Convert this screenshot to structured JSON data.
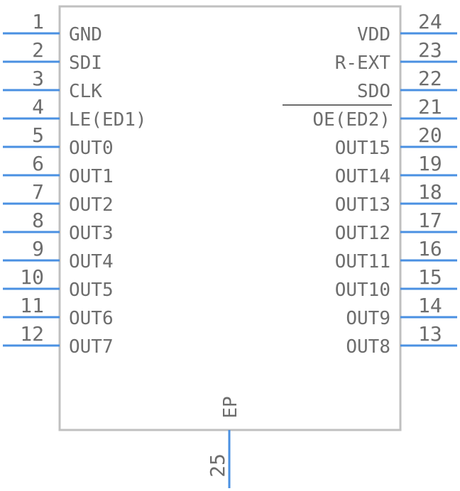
{
  "component": {
    "left_pins": [
      {
        "number": "1",
        "name": "GND"
      },
      {
        "number": "2",
        "name": "SDI"
      },
      {
        "number": "3",
        "name": "CLK"
      },
      {
        "number": "4",
        "name": "LE(ED1)"
      },
      {
        "number": "5",
        "name": "OUT0"
      },
      {
        "number": "6",
        "name": "OUT1"
      },
      {
        "number": "7",
        "name": "OUT2"
      },
      {
        "number": "8",
        "name": "OUT3"
      },
      {
        "number": "9",
        "name": "OUT4"
      },
      {
        "number": "10",
        "name": "OUT5"
      },
      {
        "number": "11",
        "name": "OUT6"
      },
      {
        "number": "12",
        "name": "OUT7"
      }
    ],
    "right_pins": [
      {
        "number": "24",
        "name": "VDD"
      },
      {
        "number": "23",
        "name": "R-EXT"
      },
      {
        "number": "22",
        "name": "SDO"
      },
      {
        "number": "21",
        "name": "OE(ED2)",
        "overbar": true
      },
      {
        "number": "20",
        "name": "OUT15"
      },
      {
        "number": "19",
        "name": "OUT14"
      },
      {
        "number": "18",
        "name": "OUT13"
      },
      {
        "number": "17",
        "name": "OUT12"
      },
      {
        "number": "16",
        "name": "OUT11"
      },
      {
        "number": "15",
        "name": "OUT10"
      },
      {
        "number": "14",
        "name": "OUT9"
      },
      {
        "number": "13",
        "name": "OUT8"
      }
    ],
    "bottom_pin": {
      "number": "25",
      "name": "EP"
    },
    "colors": {
      "pin": "#4a90e2",
      "body": "#c0c0c0",
      "text": "#6d6d6d"
    }
  }
}
